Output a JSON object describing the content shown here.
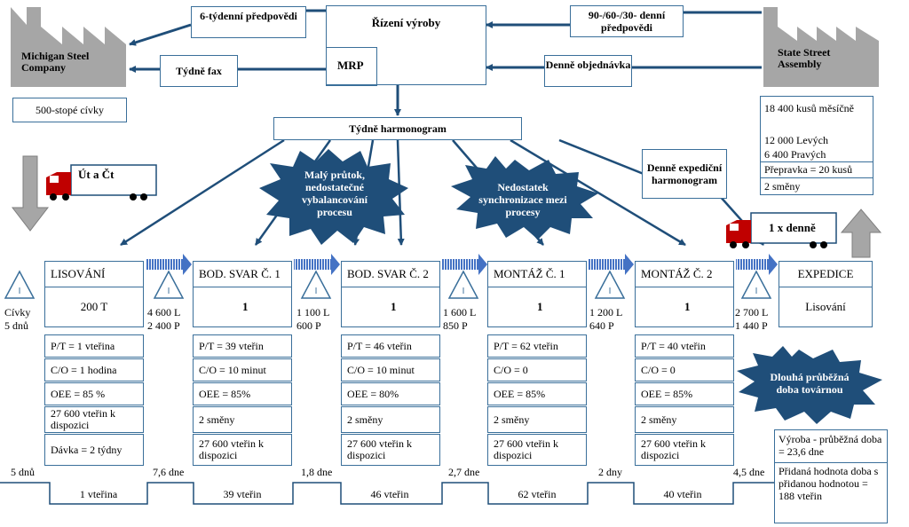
{
  "supplier": {
    "name": "Michigan Steel Company"
  },
  "customer": {
    "name": "State Street Assembly"
  },
  "control": {
    "title": "Řízení výroby",
    "mrp": "MRP"
  },
  "info": {
    "forecast_supplier": "6-týdenní předpovědi",
    "fax_supplier": "Týdně fax",
    "forecast_customer": "90-/60-/30- denní předpovědi",
    "daily_order": "Denně objednávka",
    "weekly_schedule": "Týdně harmonogram",
    "daily_ship": "Denně expediční harmonogram"
  },
  "supplier_note": "500-stopé cívky",
  "customer_data": [
    "18 400 kusů měsíčně",
    "12 000 Levých",
    "6 400 Pravých",
    "Přepravka = 20 kusů",
    "2 směny"
  ],
  "trucks": {
    "inbound": "Út a Čt",
    "outbound": "1 x denně"
  },
  "bursts": [
    "Malý průtok, nedostatečné vybalancování procesu",
    "Nedostatek synchronizace mezi procesy",
    "Dlouhá průběžná doba továrnou"
  ],
  "inventory_symbol": "I",
  "inventory": [
    {
      "line1": "Cívky",
      "line2": "5 dnů"
    },
    {
      "line1": "4 600 L",
      "line2": "2 400 P"
    },
    {
      "line1": "1 100 L",
      "line2": "600 P"
    },
    {
      "line1": "1 600 L",
      "line2": "850 P"
    },
    {
      "line1": "1 200 L",
      "line2": "640 P"
    },
    {
      "line1": "2 700 L",
      "line2": "1 440 P"
    }
  ],
  "processes": [
    {
      "name": "LISOVÁNÍ",
      "value": "200 T",
      "cells": [
        "P/T = 1 vteřina",
        "C/O = 1 hodina",
        "OEE = 85 %",
        "27 600 vteřin k dispozici",
        "Dávka = 2 týdny"
      ]
    },
    {
      "name": "BOD. SVAR Č. 1",
      "value": "1",
      "cells": [
        "P/T = 39 vteřin",
        "C/O = 10 minut",
        "OEE = 85%",
        "2 směny",
        "27 600 vteřin k dispozici"
      ]
    },
    {
      "name": "BOD. SVAR Č. 2",
      "value": "1",
      "cells": [
        "P/T = 46 vteřin",
        "C/O = 10 minut",
        "OEE = 80%",
        "2 směny",
        "27 600 vteřin k dispozici"
      ]
    },
    {
      "name": "MONTÁŽ Č. 1",
      "value": "1",
      "cells": [
        "P/T = 62 vteřin",
        "C/O = 0",
        "OEE = 85%",
        "2 směny",
        "27 600 vteřin k dispozici"
      ]
    },
    {
      "name": "MONTÁŽ Č. 2",
      "value": "1",
      "cells": [
        "P/T = 40 vteřin",
        "C/O = 0",
        "OEE = 85%",
        "2 směny",
        "27 600 vteřin k dispozici"
      ]
    }
  ],
  "shipping": {
    "name": "EXPEDICE",
    "value": "Lisování"
  },
  "timeline": {
    "days": [
      "5 dnů",
      "7,6 dne",
      "1,8 dne",
      "2,7 dne",
      "2 dny",
      "4,5 dne"
    ],
    "times": [
      "1 vteřina",
      "39 vteřin",
      "46 vteřin",
      "62 vteřin",
      "40 vteřin"
    ]
  },
  "summary": [
    "Výroba - průběžná doba = 23,6 dne",
    "Přidaná hodnota doba s přidanou hodnotou = 188 vteřin"
  ],
  "colors": {
    "line": "#1f4e79",
    "border": "#3a6f9a",
    "burst": "#1f4e79",
    "factory": "#a6a6a6",
    "push": "#4472c4"
  }
}
